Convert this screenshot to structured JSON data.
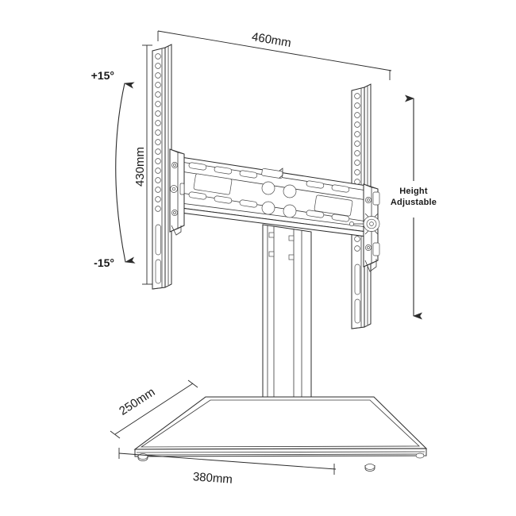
{
  "drawing": {
    "title": "TV Table Top Stand Dimensional Drawing",
    "background_color": "#ffffff",
    "line_color": "#2b2b2b",
    "text_color": "#1a1a1a"
  },
  "dimensions": {
    "width_top": "460mm",
    "height_rail": "430mm",
    "base_depth": "250mm",
    "base_width": "380mm"
  },
  "angles": {
    "tilt_up": "+15°",
    "tilt_down": "-15°"
  },
  "annotations": {
    "height_adjustable_line1": "Height",
    "height_adjustable_line2": "Adjustable"
  },
  "parts": {
    "left_rail": "left-vertical-mounting-rail",
    "right_rail": "right-vertical-mounting-rail",
    "cross_bracket": "horizontal-cross-bracket",
    "column": "vertical-support-column",
    "base_plate": "glass-base-plate",
    "tilt_knob": "tilt-lock-knob"
  }
}
